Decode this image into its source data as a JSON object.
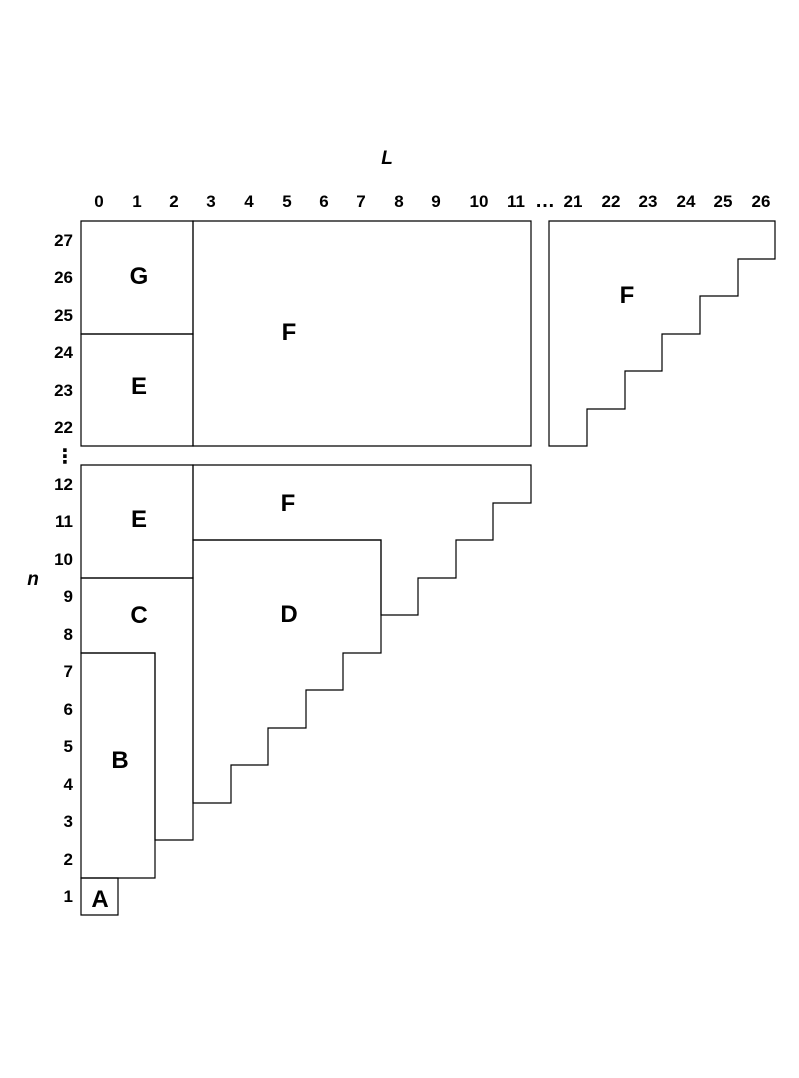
{
  "axes": {
    "x_label": "L",
    "y_label": "n",
    "x_ticks": [
      "0",
      "1",
      "2",
      "3",
      "4",
      "5",
      "6",
      "7",
      "8",
      "9",
      "10",
      "11",
      "21",
      "22",
      "23",
      "24",
      "25",
      "26"
    ],
    "y_ticks": [
      "1",
      "2",
      "3",
      "4",
      "5",
      "6",
      "7",
      "8",
      "9",
      "10",
      "11",
      "12",
      "22",
      "23",
      "24",
      "25",
      "26",
      "27"
    ],
    "x_break": "…",
    "y_break": "⋮"
  },
  "regions": {
    "A": "A",
    "B": "B",
    "C": "C",
    "D": "D",
    "E_lower": "E",
    "F_lower": "F",
    "E_upper": "E",
    "G": "G",
    "F_upper": "F",
    "F_right": "F"
  }
}
